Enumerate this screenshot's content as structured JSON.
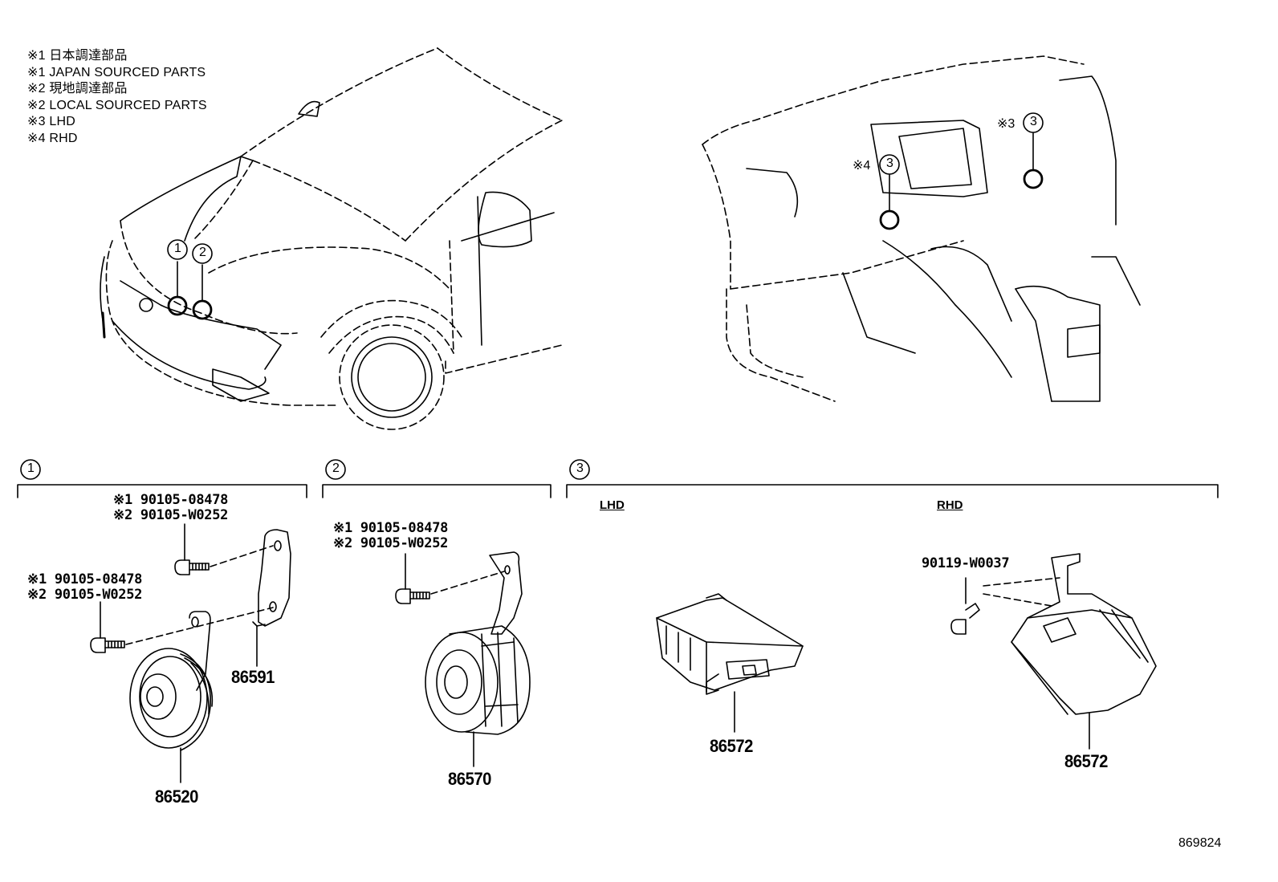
{
  "legend": [
    "※1 日本調達部品",
    "※1 JAPAN SOURCED PARTS",
    "※2 現地調達部品",
    "※2 LOCAL SOURCED PARTS",
    "※3 LHD",
    "※4 RHD"
  ],
  "callouts": {
    "c1": "1",
    "c2": "2",
    "c3": "3",
    "c3_lhd_prefix": "※3",
    "c3_rhd_prefix": "※4"
  },
  "sections": {
    "s1": {
      "num": "1",
      "bolt_top": [
        "※1 90105-08478",
        "※2 90105-W0252"
      ],
      "bolt_left": [
        "※1 90105-08478",
        "※2 90105-W0252"
      ],
      "part_horn": "86520",
      "part_bracket": "86591"
    },
    "s2": {
      "num": "2",
      "bolt": [
        "※1 90105-08478",
        "※2 90105-W0252"
      ],
      "part_horn": "86570"
    },
    "s3": {
      "num": "3",
      "lhd": "LHD",
      "rhd": "RHD",
      "lhd_part": "86572",
      "rhd_bolt": "90119-W0037",
      "rhd_part": "86572"
    }
  },
  "diagram_code": "869824"
}
